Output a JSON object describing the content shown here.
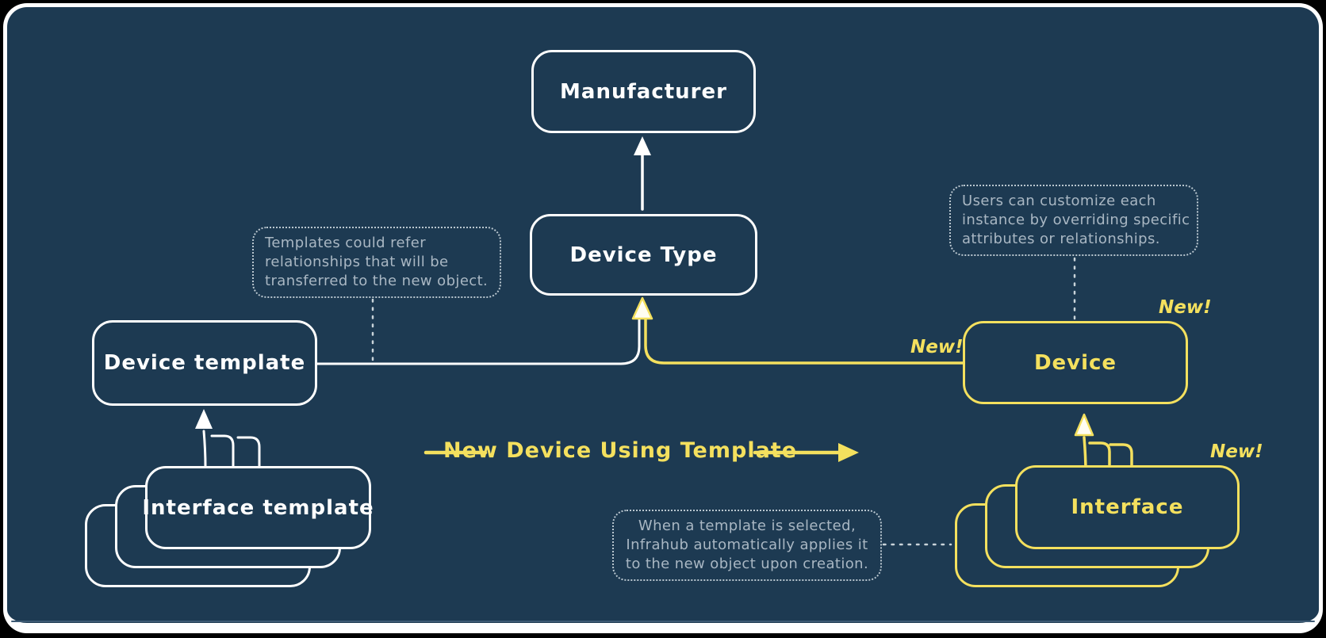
{
  "colors": {
    "background": "#1d3a52",
    "frame_border": "#ffffff",
    "accent_yellow": "#f4e05e",
    "node_stroke_white": "#ffffff",
    "annotation_text": "#a9b7c3",
    "annotation_border": "#b9c6cf"
  },
  "nodes": {
    "manufacturer": {
      "label": "Manufacturer"
    },
    "device_type": {
      "label": "Device Type"
    },
    "device_template": {
      "label": "Device template"
    },
    "interface_template": {
      "label": "Interface template"
    },
    "device": {
      "label": "Device"
    },
    "interface": {
      "label": "Interface"
    }
  },
  "badges": {
    "new_on_line": "New!",
    "new_on_device": "New!",
    "new_on_interface": "New!"
  },
  "flow": {
    "label": "New Device Using Template"
  },
  "annotations": {
    "templates_note": {
      "lines": [
        "Templates could refer",
        "relationships that will be",
        "transferred to the new object."
      ]
    },
    "users_note": {
      "lines": [
        "Users can customize each",
        "instance by overriding specific",
        "attributes or relationships."
      ]
    },
    "creation_note": {
      "lines": [
        "When a template is selected,",
        "Infrahub automatically applies it",
        "to the new object upon creation."
      ]
    }
  }
}
